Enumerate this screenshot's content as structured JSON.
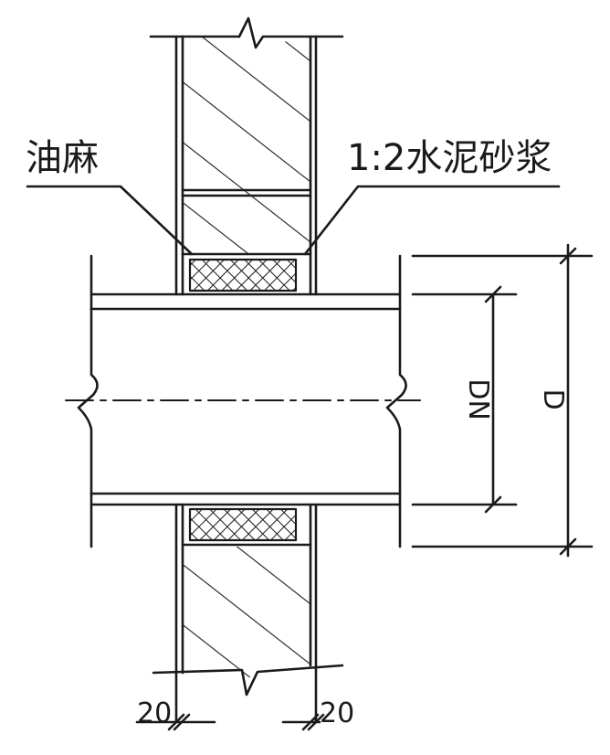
{
  "labels": {
    "oakum": "油麻",
    "mortar": "1:2水泥砂浆",
    "dn": "DN",
    "d": "D",
    "gap_left": "20",
    "gap_right": "20"
  },
  "colors": {
    "line": "#1a1a1a",
    "background": "#ffffff"
  }
}
